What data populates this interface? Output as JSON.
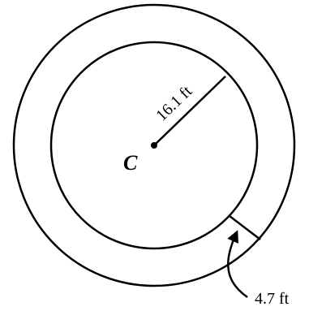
{
  "diagram": {
    "center_label": "C",
    "inner_radius_label": "16.1 ft",
    "band_width_label": "4.7 ft"
  }
}
